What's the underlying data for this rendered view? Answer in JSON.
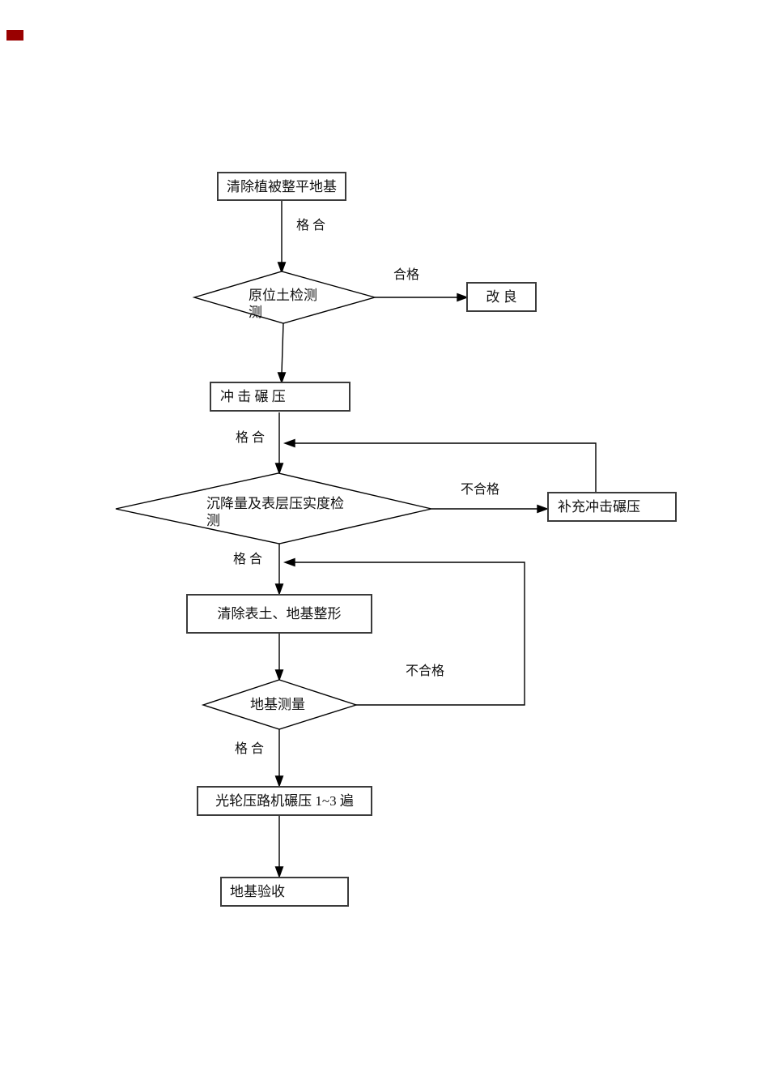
{
  "document": {
    "type": "flowchart",
    "background": "#ffffff"
  },
  "marker": {
    "color": "#990000"
  },
  "colors": {
    "line": "#000000",
    "box_border": "#3b3b3b",
    "text": "#111111"
  },
  "nodes": {
    "clear_vegetation": "清除植被整平地基",
    "in_situ_test": "原位土检测\n测",
    "improve": "改  良",
    "impact_rolling": "冲 击 碾  压",
    "settlement_test": "沉降量及表层压实度检\n测",
    "supplement_rolling": "补充冲击碾压",
    "clear_topsoil": "清除表土、地基整形",
    "foundation_survey": "地基测量",
    "smooth_roller": "光轮压路机碾压 1~3 遍",
    "acceptance": "地基验收"
  },
  "labels": {
    "pass1": "格 合",
    "qualified": "合格",
    "pass2": "格 合",
    "fail1": "不合格",
    "pass3": "格 合",
    "fail2": "不合格",
    "pass4": "格 合"
  }
}
